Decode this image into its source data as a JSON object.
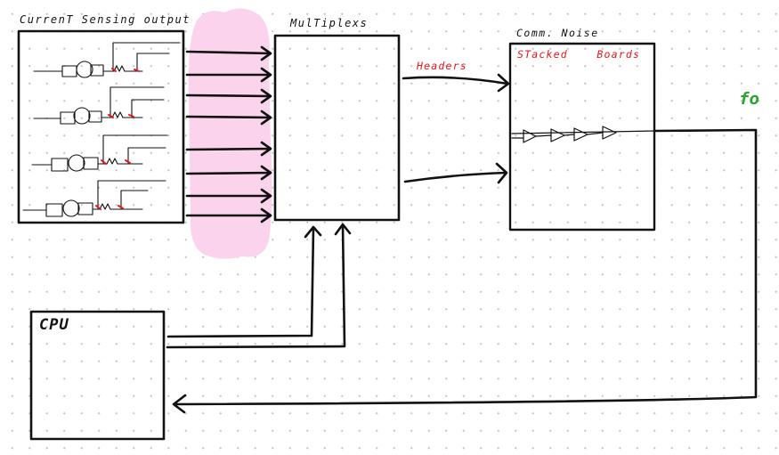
{
  "labels": {
    "current_sensing": "CurrenT Sensing output",
    "multiplexer": "MulTiplexs",
    "comm_noise": "Comm. Noise",
    "headers": "Headers",
    "stacked_boards": "STacked    Boards",
    "fo": "fo",
    "cpu": "CPU"
  },
  "colors": {
    "ink": "#111111",
    "highlight": "#fbd3ec",
    "red_annotation": "#e8141b",
    "green_annotation": "#2aa52a"
  },
  "icons": {
    "sensor_circuit": "motor-sensor-sketch",
    "buffer": "triangle-buffer-symbol"
  }
}
